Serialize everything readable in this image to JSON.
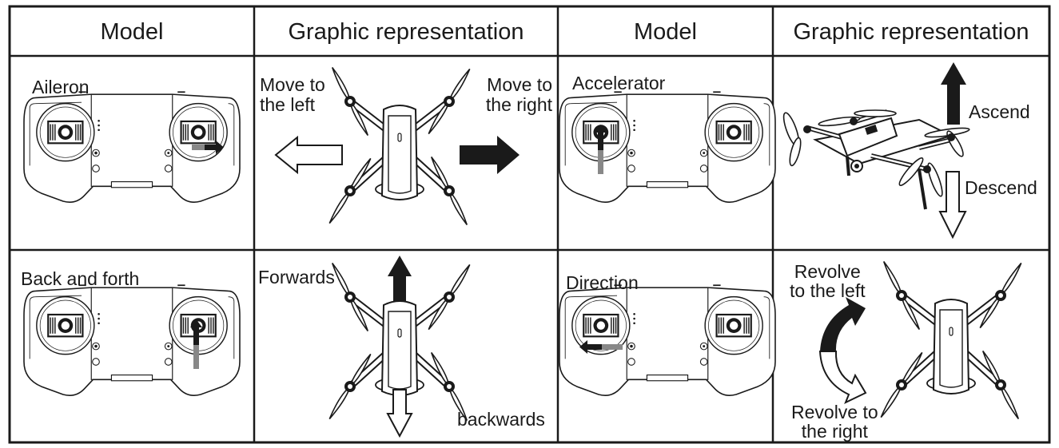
{
  "headers": [
    "Model",
    "Graphic representation",
    "Model",
    "Graphic representation"
  ],
  "modes": [
    {
      "model": "Aileron",
      "stick": "right",
      "motion": "horizontal",
      "labels": {
        "left": "Move to\nthe left",
        "right": "Move to\nthe right"
      }
    },
    {
      "model": "Accelerator",
      "stick": "left",
      "motion": "vertical",
      "labels": {
        "up": "Ascend",
        "down": "Descend"
      }
    },
    {
      "model": "Back and forth",
      "stick": "right",
      "motion": "vertical",
      "labels": {
        "forward": "Forwards",
        "backward": "backwards"
      }
    },
    {
      "model": "Direction",
      "stick": "left",
      "motion": "horizontal",
      "labels": {
        "rotate_left": "Revolve\nto the left",
        "rotate_right": "Revolve to\nthe right"
      }
    }
  ],
  "colors": {
    "line": "#1a1a1a",
    "highlight": "#888888",
    "fill": "#ffffff"
  }
}
